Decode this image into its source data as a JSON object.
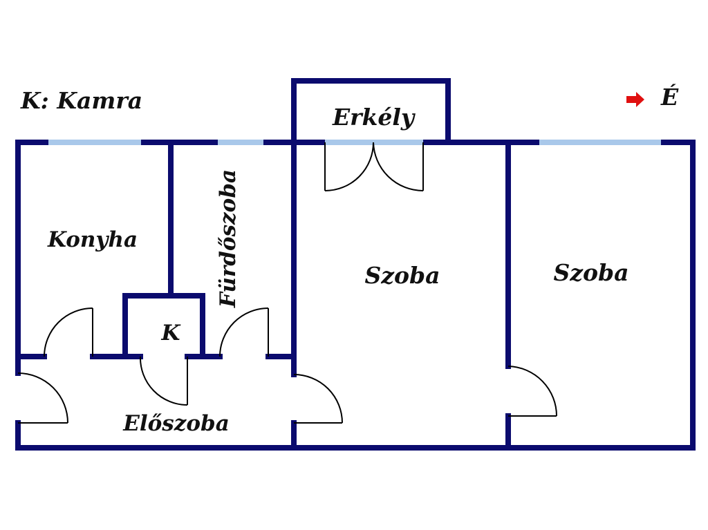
{
  "legend": {
    "text": "K: Kamra"
  },
  "compass": {
    "label": "É",
    "arrow_color": "#e01010",
    "icon": "arrow-right-icon"
  },
  "rooms": {
    "balcony": "Erkély",
    "kitchen": "Konyha",
    "bathroom": "Fürdőszoba",
    "pantry": "K",
    "hall": "Előszoba",
    "room_middle": "Szoba",
    "room_right": "Szoba"
  },
  "colors": {
    "wall": "#0b0b6e",
    "window": "#a9c8ea",
    "door": "#000000"
  }
}
